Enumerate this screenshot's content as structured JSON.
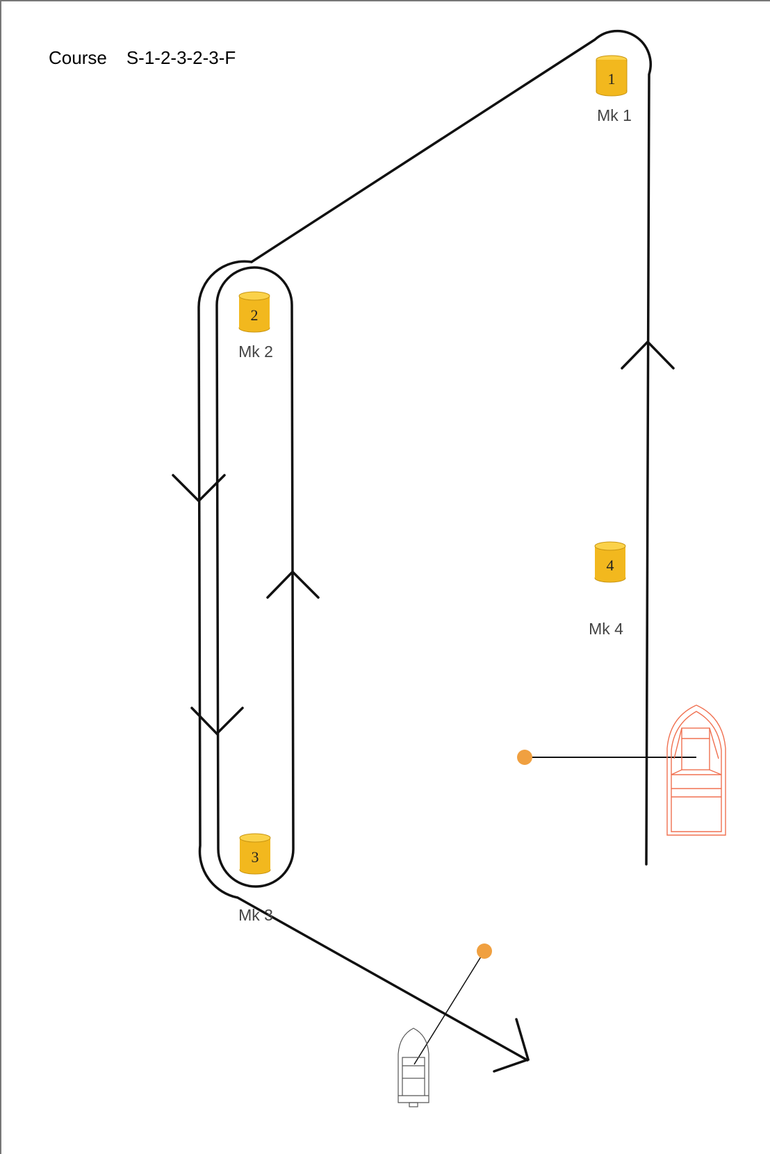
{
  "course": {
    "label": "Course",
    "sequence": "S-1-2-3-2-3-F"
  },
  "marks": [
    {
      "number": "1",
      "label": "Mk 1"
    },
    {
      "number": "2",
      "label": "Mk 2"
    },
    {
      "number": "3",
      "label": "Mk 3"
    },
    {
      "number": "4",
      "label": "Mk 4"
    }
  ],
  "colors": {
    "course_line": "#111111",
    "mark_fill": "#f2b81e",
    "mark_top": "#fbd24a",
    "mark_stroke": "#c89410",
    "pin_dot": "#f0a040",
    "committee_boat": "#f07050",
    "small_boat": "#555555",
    "mark_label": "#444444"
  }
}
